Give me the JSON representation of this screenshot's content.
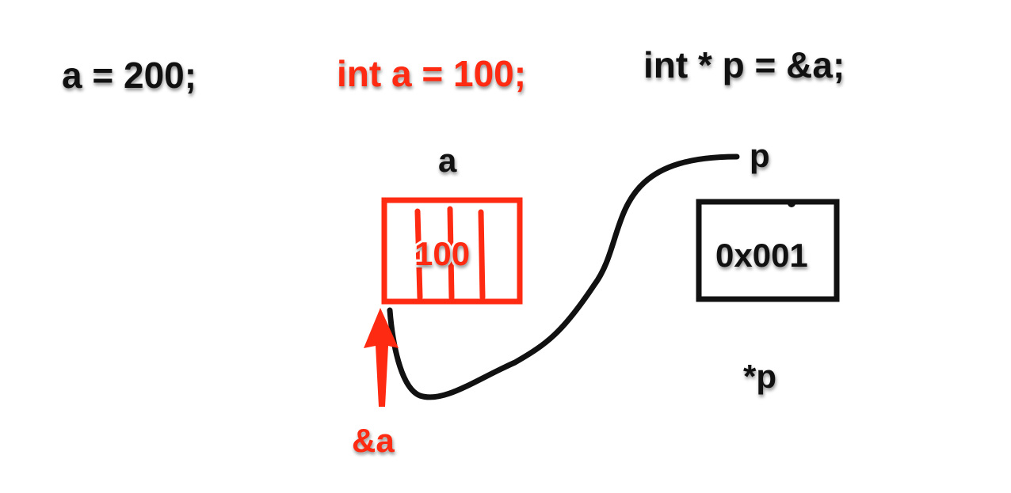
{
  "code": {
    "assign": "a = 200;",
    "declare_int": "int a = 100;",
    "declare_pointer": "int * p = &a;"
  },
  "variable_a": {
    "name": "a",
    "value": "100",
    "address_label": "&a"
  },
  "pointer_p": {
    "name": "p",
    "value": "0x001",
    "deref_label": "*p"
  },
  "colors": {
    "highlight": "#ff2a12",
    "ink": "#111111"
  }
}
